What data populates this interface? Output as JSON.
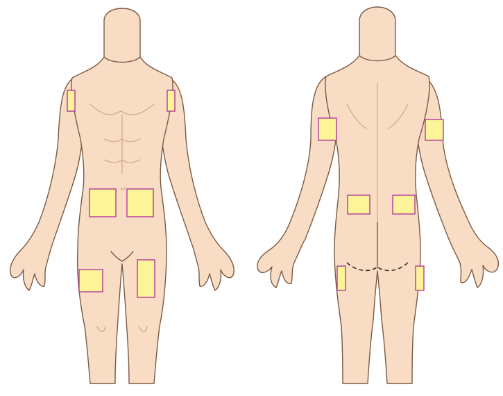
{
  "colors": {
    "background": "#ffffff",
    "skin": "#f8dcc3",
    "outline": "#7a5a44",
    "patch_fill": "#fdf49a",
    "patch_border": "#b03a9a"
  },
  "figures": [
    {
      "view": "front",
      "patch_sites": [
        "right-upper-arm",
        "left-upper-arm",
        "right-abdomen",
        "left-abdomen",
        "right-thigh",
        "left-thigh"
      ]
    },
    {
      "view": "back",
      "patch_sites": [
        "right-upper-arm",
        "left-upper-arm",
        "right-lower-back",
        "left-lower-back",
        "right-thigh",
        "left-thigh"
      ]
    }
  ]
}
